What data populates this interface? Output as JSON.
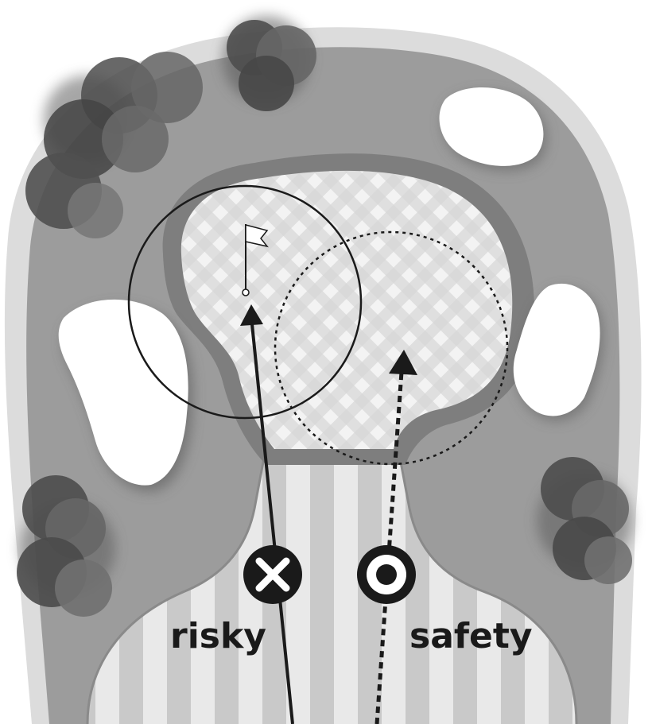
{
  "routes": {
    "risky": {
      "label": "risky",
      "marker": "cross-marker"
    },
    "safety": {
      "label": "safety",
      "marker": "target-marker"
    }
  },
  "flag": {
    "icon": "pin-flag-icon"
  },
  "colors": {
    "rough": "#9a9a9a",
    "fairway_light": "#e8e8e8",
    "fairway_dark": "#c6c6c6",
    "green_light": "#f2f2f2",
    "green_dark": "#cfcfcf",
    "bunker": "#ffffff",
    "trees": "#555555",
    "ink": "#1a1a1a"
  }
}
